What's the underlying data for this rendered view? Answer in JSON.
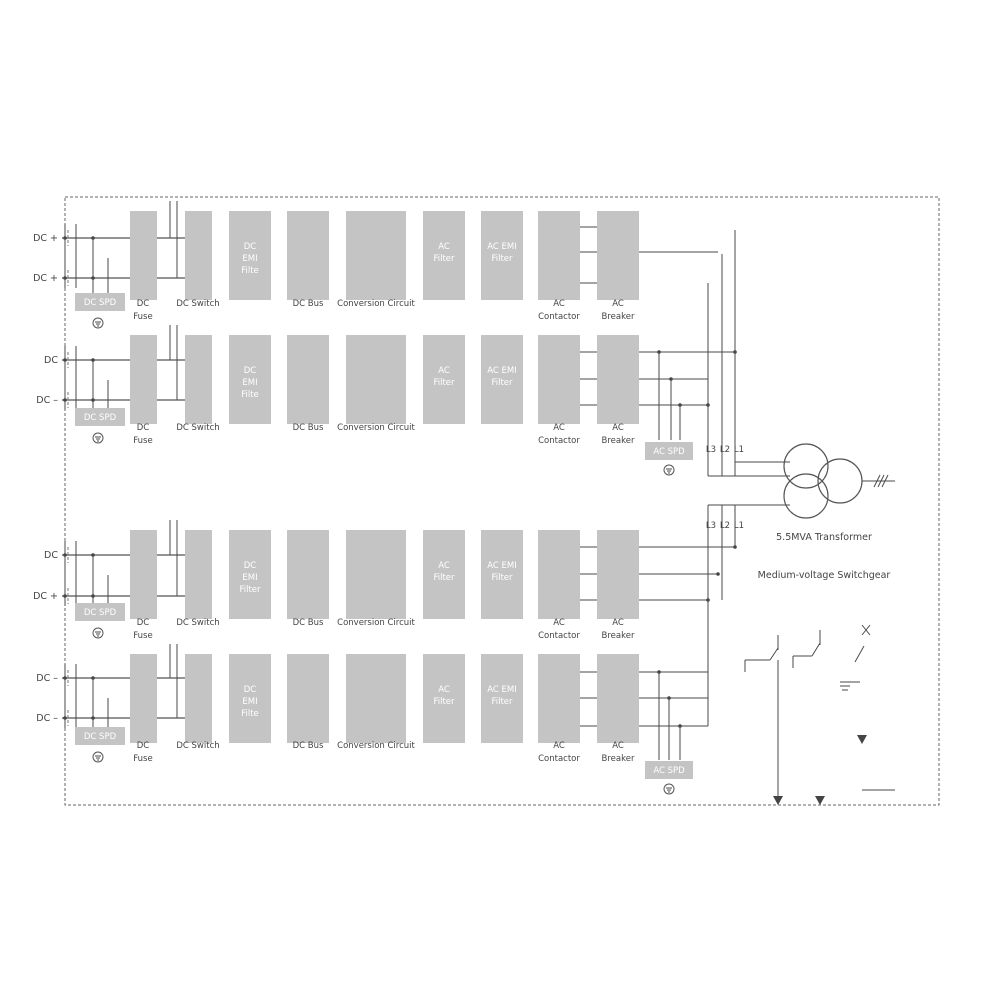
{
  "inputs": {
    "r1": [
      "DC +",
      "DC +"
    ],
    "r2": [
      "DC",
      "DC –"
    ],
    "r3": [
      "DC",
      "DC +"
    ],
    "r4": [
      "DC –",
      "DC –"
    ]
  },
  "blocks": {
    "dc_emi": [
      "DC",
      "EMI",
      "Filte"
    ],
    "dc_emi_r3": [
      "DC",
      "EMI",
      "Filter"
    ],
    "ac_filter": [
      "AC",
      "Filter"
    ],
    "ac_emi": [
      "AC EMI",
      "Filter"
    ]
  },
  "labels": {
    "dc_spd": "DC SPD",
    "dc_fuse": [
      "DC",
      "Fuse"
    ],
    "dc_switch": "DC Switch",
    "dc_bus": "DC Bus",
    "conversion": "Conversion Circuit",
    "ac_contactor": [
      "AC",
      "Contactor"
    ],
    "ac_breaker": [
      "AC",
      "Breaker"
    ],
    "ac_spd": "AC SPD"
  },
  "phases": [
    "L3",
    "L2",
    "L1"
  ],
  "transformer_label": "5.5MVA Transformer",
  "switchgear_label": "Medium-voltage Switchgear",
  "colors": {
    "block": "#c4c4c4",
    "line": "#4a4a4a",
    "background": "#ffffff"
  }
}
